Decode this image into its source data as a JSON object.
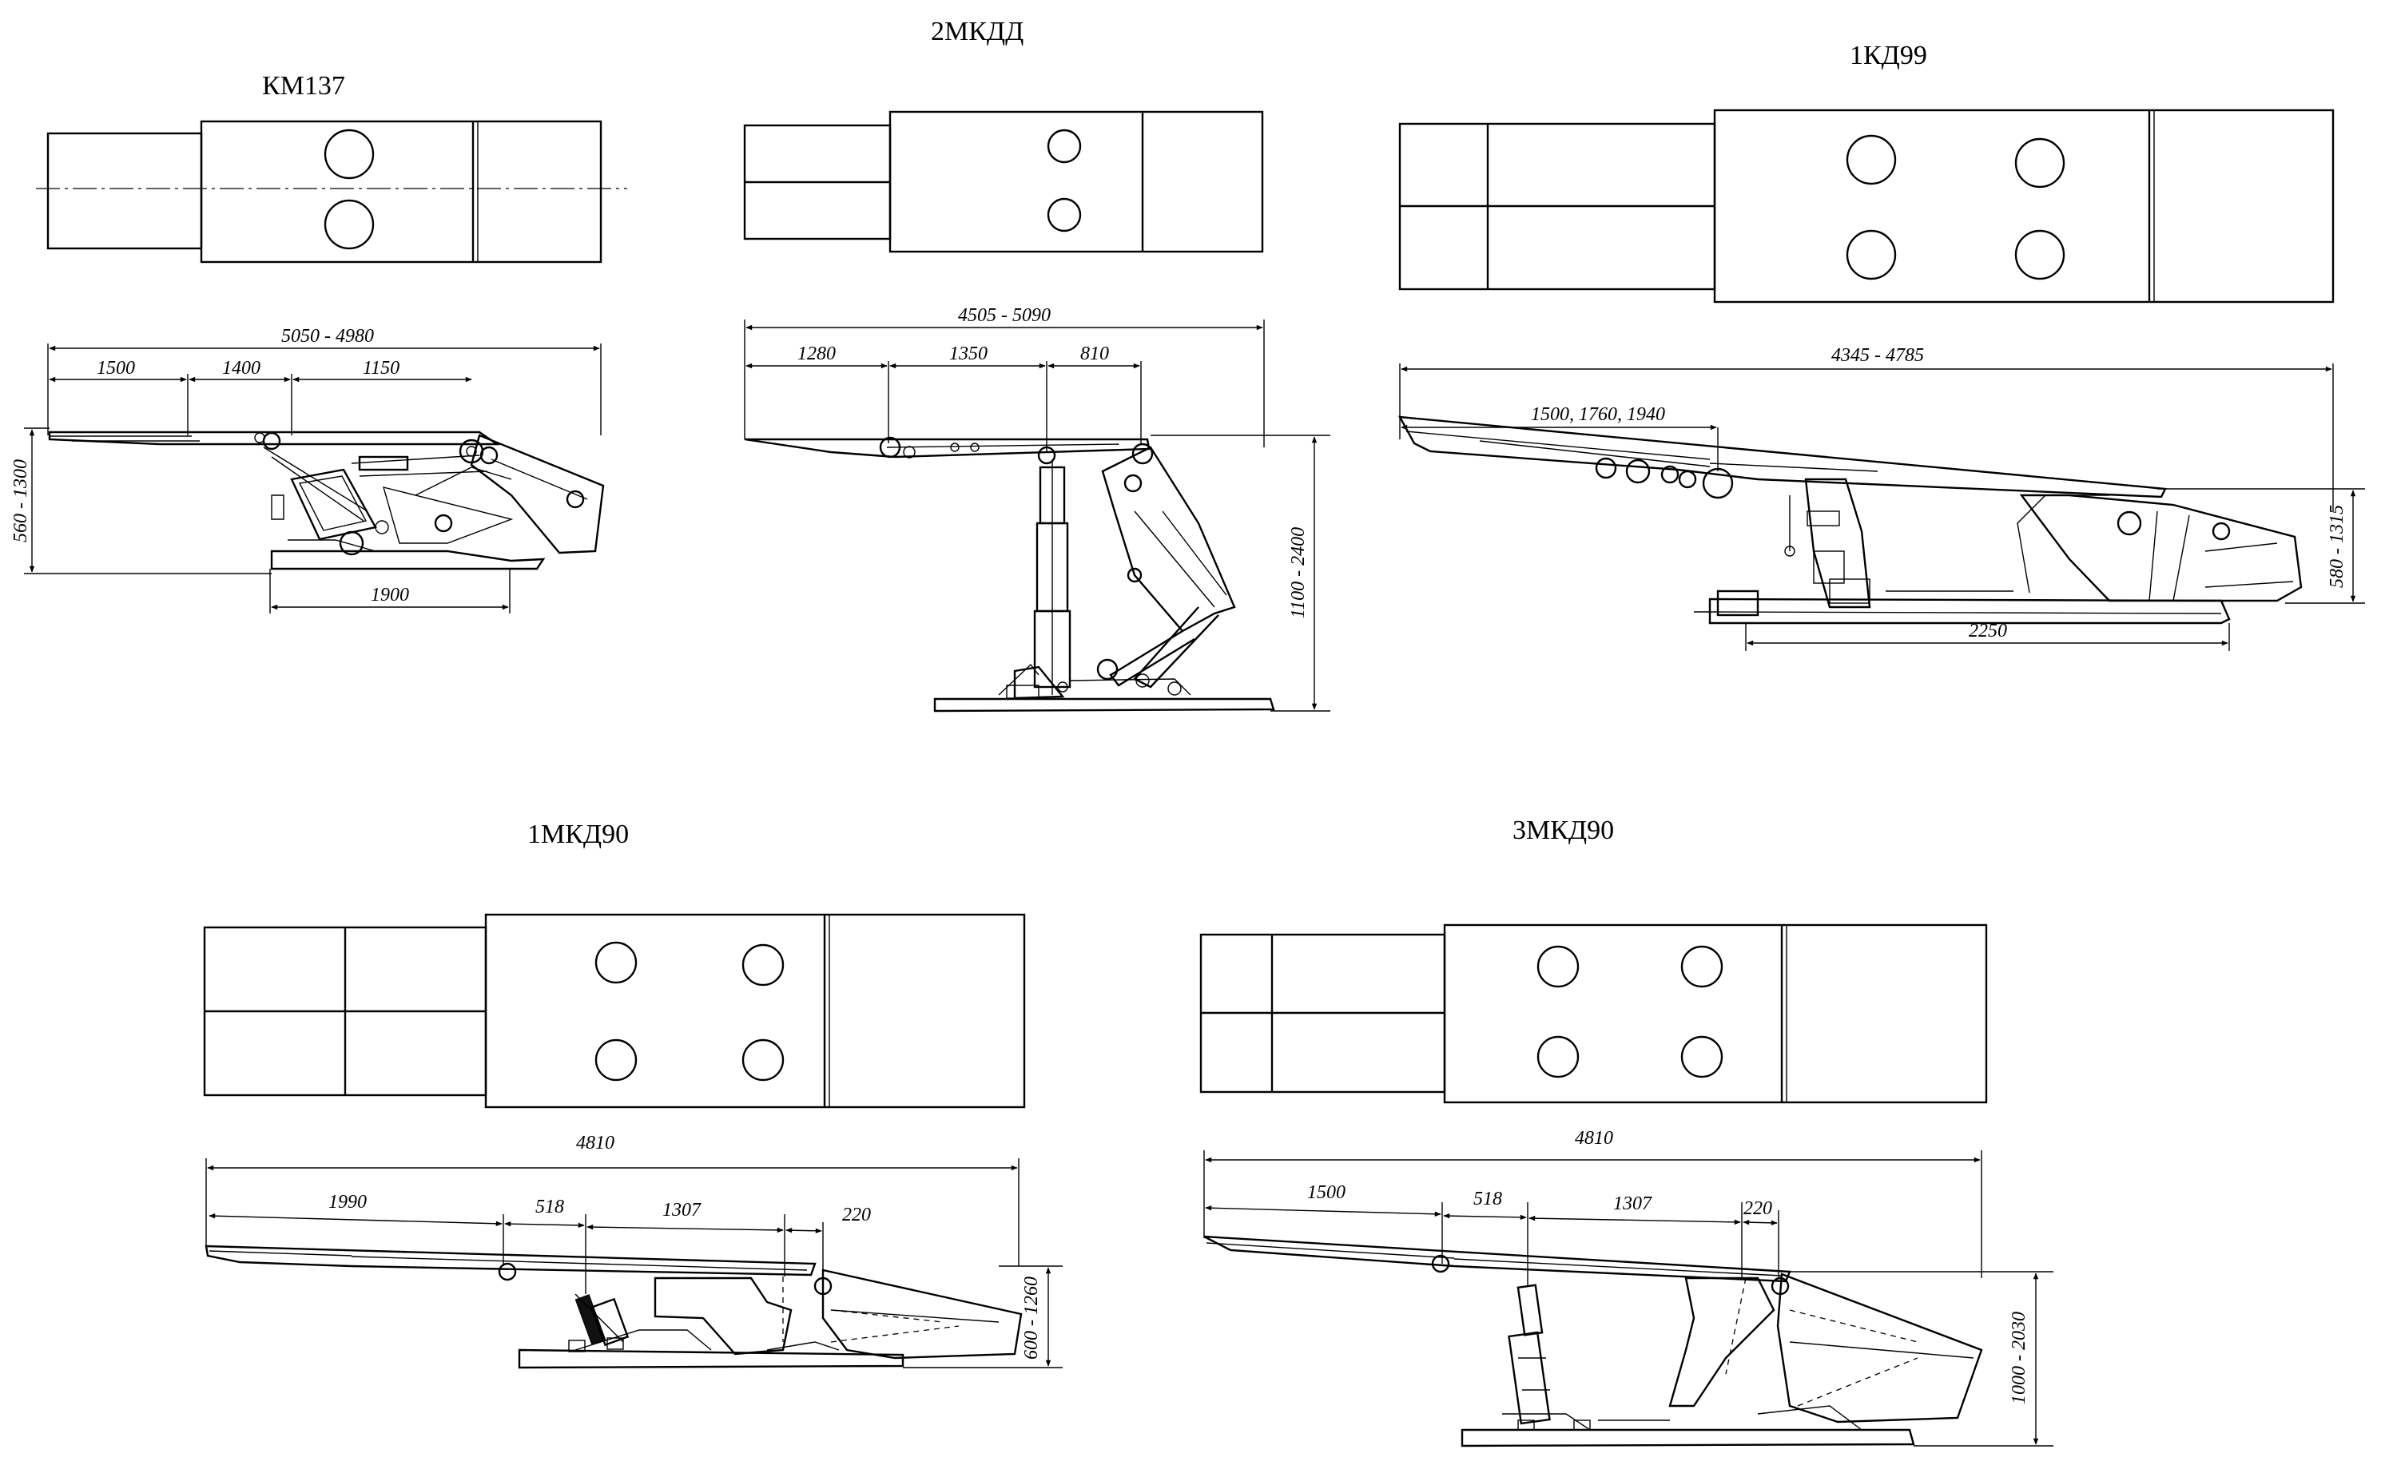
{
  "machines": [
    {
      "id": "km137",
      "title": "КМ137",
      "dims": {
        "overall": "5050 - 4980",
        "seg1": "1500",
        "seg2": "1400",
        "seg3": "1150",
        "height": "560 - 1300",
        "base": "1900"
      }
    },
    {
      "id": "2mkdd",
      "title": "2МКДД",
      "dims": {
        "overall": "4505 - 5090",
        "seg1": "1280",
        "seg2": "1350",
        "seg3": "810",
        "height": "1100 - 2400"
      }
    },
    {
      "id": "1kd99",
      "title": "1КД99",
      "dims": {
        "overall": "4345 - 4785",
        "extension": "1500, 1760, 1940",
        "height": "580 - 1315",
        "base": "2250"
      }
    },
    {
      "id": "1mkd90",
      "title": "1МКД90",
      "dims": {
        "overall": "4810",
        "seg1": "1990",
        "seg2": "518",
        "seg3": "1307",
        "seg4": "220",
        "height": "600 - 1260"
      }
    },
    {
      "id": "3mkd90",
      "title": "3МКД90",
      "dims": {
        "overall": "4810",
        "seg1": "1500",
        "seg2": "518",
        "seg3": "1307",
        "seg4": "220",
        "height": "1000 - 2030"
      }
    }
  ]
}
